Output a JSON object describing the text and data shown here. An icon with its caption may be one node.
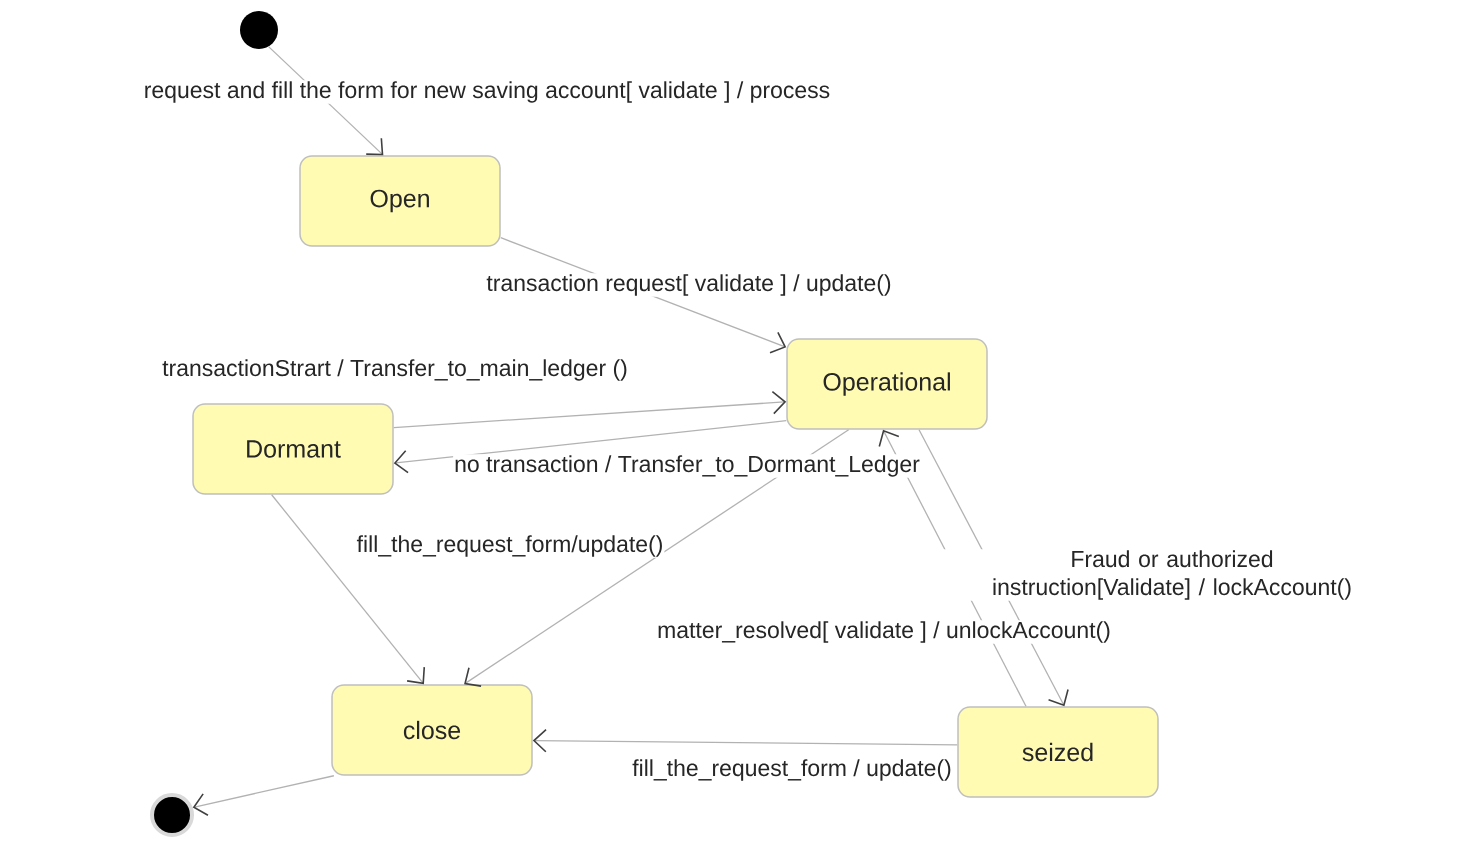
{
  "diagram": {
    "nodes": [
      {
        "text": [],
        "shape": "circle"
      },
      {
        "text": [
          "Open"
        ]
      },
      {
        "text": [
          "Operational"
        ]
      },
      {
        "text": [
          "Dormant"
        ]
      },
      {
        "text": [
          "close"
        ]
      },
      {
        "text": [
          "seized"
        ]
      },
      {
        "text": [],
        "shape": "circle"
      }
    ],
    "edges": [
      {
        "from": 0,
        "to": 1,
        "arrow": "to",
        "label": "request and fill the form for new saving account[ validate ] / process"
      },
      {
        "from": 1,
        "to": 2,
        "arrow": "to",
        "label": "transaction request[ validate ] / update()"
      },
      {
        "from": 3,
        "to": 2,
        "arrow": "to",
        "label": "transactionStrart / Transfer_to_main_ledger ()"
      },
      {
        "from": 2,
        "to": 3,
        "arrow": "to",
        "label": "no transaction / Transfer_to_Dormant_Ledger"
      },
      {
        "from": 3,
        "to": 4,
        "arrow": "to",
        "label": "fill_the_request_form/update()"
      },
      {
        "from": 2,
        "to": 4,
        "arrow": "to"
      },
      {
        "from": 5,
        "to": 2,
        "arrow": "to",
        "label": "matter_resolved[ validate ] / unlockAccount()"
      },
      {
        "from": 2,
        "to": 5,
        "arrow": "to",
        "label": "Fraud or authorized instruction[Validate] / lockAccount()"
      },
      {
        "from": 5,
        "to": 4,
        "arrow": "to",
        "label": "fill_the_request_form / update()"
      },
      {
        "from": 4,
        "to": 6,
        "arrow": "to"
      }
    ]
  }
}
